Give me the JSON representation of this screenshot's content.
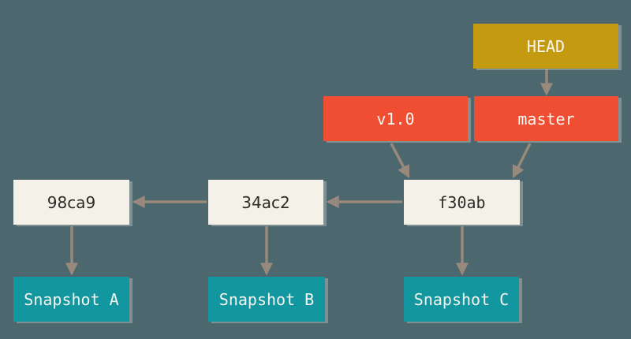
{
  "diagram": {
    "description": "Git commit history graph: HEAD points to branch master; branch master and tag v1.0 point to commit f30ab; commit chain f30ab -> 34ac2 -> 98ca9; each commit points to its snapshot",
    "nodes": {
      "head": {
        "label": "HEAD",
        "kind": "head-pointer"
      },
      "v1_0": {
        "label": "v1.0",
        "kind": "tag"
      },
      "master": {
        "label": "master",
        "kind": "branch"
      },
      "c98ca9": {
        "label": "98ca9",
        "kind": "commit"
      },
      "c34ac2": {
        "label": "34ac2",
        "kind": "commit"
      },
      "cf30ab": {
        "label": "f30ab",
        "kind": "commit"
      },
      "snap_a": {
        "label": "Snapshot A",
        "kind": "snapshot"
      },
      "snap_b": {
        "label": "Snapshot B",
        "kind": "snapshot"
      },
      "snap_c": {
        "label": "Snapshot C",
        "kind": "snapshot"
      }
    },
    "edges": [
      {
        "from": "HEAD",
        "to": "master"
      },
      {
        "from": "v1.0",
        "to": "f30ab"
      },
      {
        "from": "master",
        "to": "f30ab"
      },
      {
        "from": "f30ab",
        "to": "34ac2"
      },
      {
        "from": "34ac2",
        "to": "98ca9"
      },
      {
        "from": "98ca9",
        "to": "Snapshot A"
      },
      {
        "from": "34ac2",
        "to": "Snapshot B"
      },
      {
        "from": "f30ab",
        "to": "Snapshot C"
      }
    ],
    "colors": {
      "background": "#4d676e",
      "arrow": "#97897c",
      "head_box": "#c39a10",
      "ref_box": "#f04e32",
      "commit_box": "#f4f1e8",
      "snapshot_box": "#12969f",
      "light_text": "#f7f5f0",
      "dark_text": "#2f2b26"
    }
  }
}
